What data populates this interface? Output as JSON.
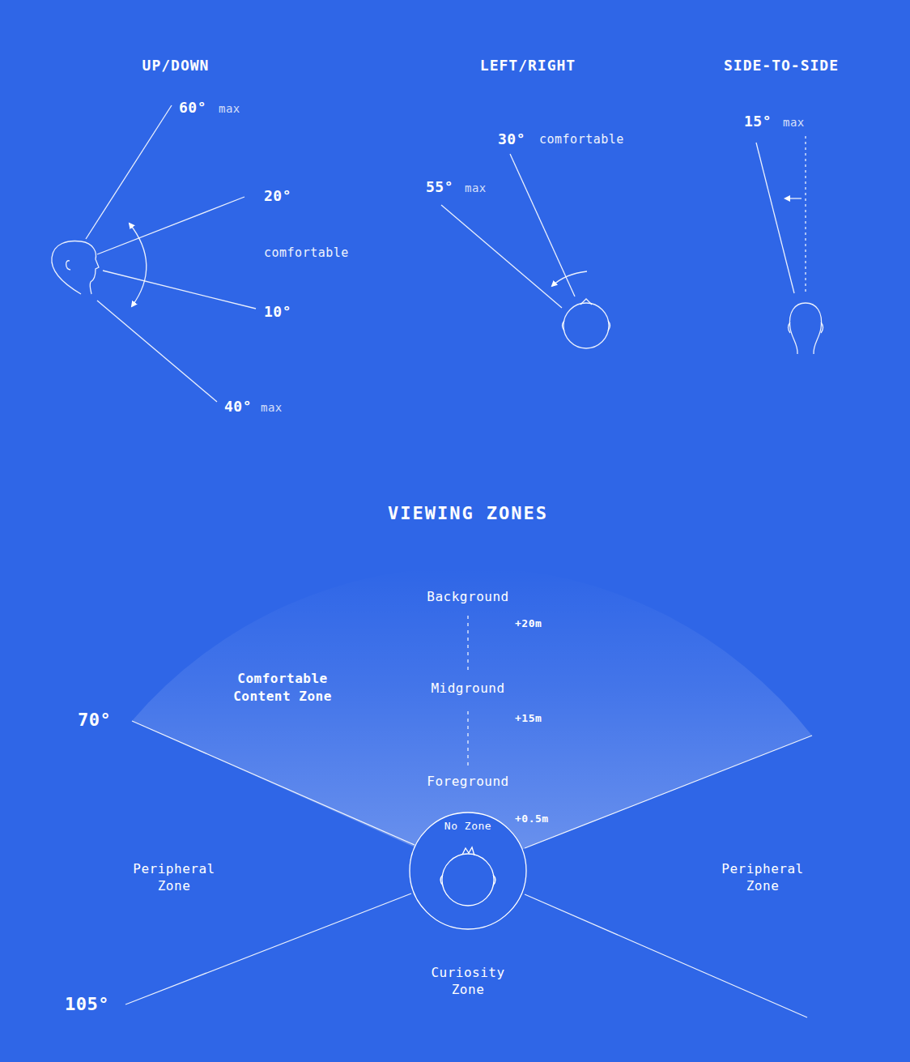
{
  "diagram": {
    "nodes": [
      {
        "text": [
          "Comfortable Content Zone"
        ]
      },
      {
        "text": [
          "No Zone"
        ]
      }
    ],
    "labels": [
      "UP/DOWN",
      "LEFT/RIGHT",
      "SIDE-TO-SIDE",
      "60°",
      "max",
      "20°",
      "comfortable",
      "10°",
      "40°",
      "max",
      "30°",
      "comfortable",
      "55°",
      "max",
      "15°",
      "max",
      "VIEWING ZONES",
      "Background",
      "+20m",
      "Midground",
      "+15m",
      "Foreground",
      "+0.5m",
      "Peripheral Zone",
      "Peripheral Zone",
      "Curiosity Zone",
      "70°",
      "105°"
    ]
  }
}
